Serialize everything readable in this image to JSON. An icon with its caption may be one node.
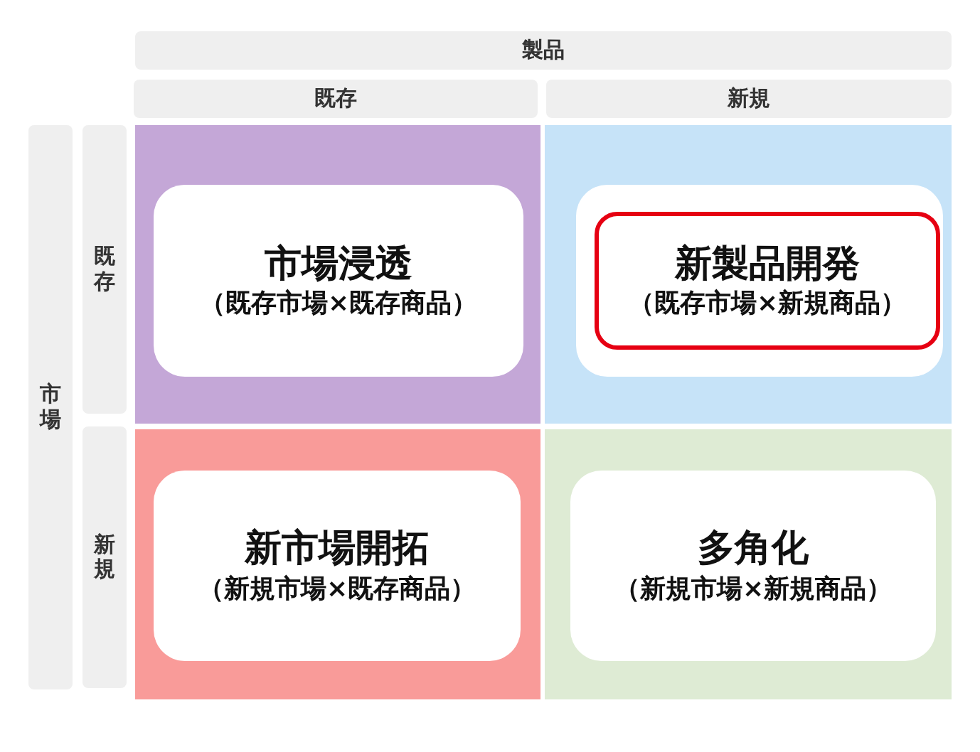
{
  "diagram": {
    "nodes": [
      {
        "text": [
          "製品"
        ]
      },
      {
        "text": [
          "既存"
        ]
      },
      {
        "text": [
          "新規"
        ]
      },
      {
        "text": [
          "市場"
        ]
      },
      {
        "text": [
          "既存"
        ]
      },
      {
        "text": [],
        "shape": "box"
      },
      {
        "text": [
          "市場浸透",
          "（既存市場×既存商品）"
        ],
        "in": 5
      },
      {
        "text": [],
        "shape": "box"
      },
      {
        "text": [],
        "shape": "box",
        "in": 7
      },
      {
        "text": [
          "新製品開発",
          "（既存市場×新規商品）"
        ],
        "in": 8
      },
      {
        "text": [
          "新規"
        ]
      },
      {
        "text": [],
        "shape": "box"
      },
      {
        "text": [
          "新市場開拓",
          "（新規市場×既存商品）"
        ],
        "in": 11
      },
      {
        "text": [],
        "shape": "box"
      },
      {
        "text": [
          "多角化",
          "（新規市場×新規商品）"
        ],
        "in": 13
      }
    ]
  }
}
